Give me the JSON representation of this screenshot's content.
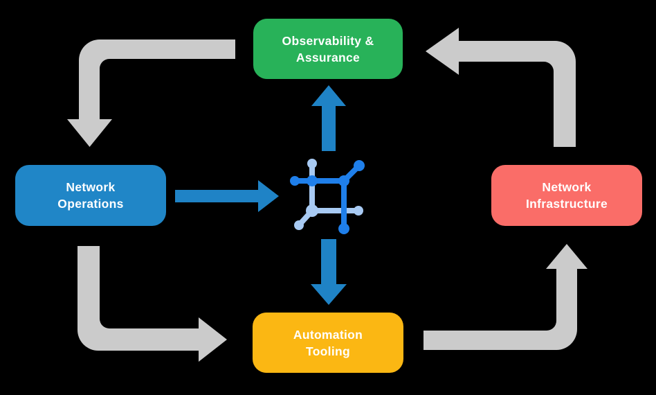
{
  "colors": {
    "background": "#000000",
    "arrow_gray": "#CBCBCB",
    "arrow_blue": "#1F83C6",
    "icon_dark_blue": "#1F7FEA",
    "icon_light_blue": "#A8CAF3",
    "text": "#FFFFFF"
  },
  "nodes": {
    "observability": {
      "id": "observability-assurance",
      "line1": "Observability &",
      "line2": "Assurance",
      "color": "#28B259"
    },
    "operations": {
      "id": "network-operations",
      "line1": "Network",
      "line2": "Operations",
      "color": "#2086C7"
    },
    "infrastructure": {
      "id": "network-infrastructure",
      "line1": "Network",
      "line2": "Infrastructure",
      "color": "#FA6D68"
    },
    "automation": {
      "id": "automation-tooling",
      "line1": "Automation",
      "line2": "Tooling",
      "color": "#FBB713"
    }
  },
  "center_icon": "network-mesh-icon",
  "edges": [
    {
      "from": "observability-assurance",
      "to": "network-operations",
      "style": "gray"
    },
    {
      "from": "network-operations",
      "to": "automation-tooling",
      "style": "gray"
    },
    {
      "from": "automation-tooling",
      "to": "network-infrastructure",
      "style": "gray"
    },
    {
      "from": "network-infrastructure",
      "to": "observability-assurance",
      "style": "gray"
    },
    {
      "from": "network-operations",
      "to": "center-icon",
      "style": "blue"
    },
    {
      "from": "center-icon",
      "to": "observability-assurance",
      "style": "blue"
    },
    {
      "from": "center-icon",
      "to": "automation-tooling",
      "style": "blue"
    }
  ]
}
